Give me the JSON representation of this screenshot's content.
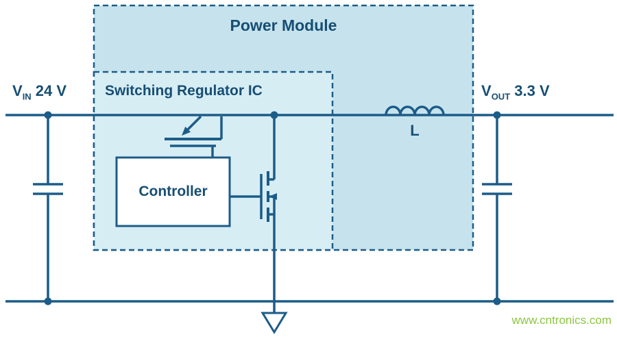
{
  "labels": {
    "power_module": "Power Module",
    "switching_regulator": "Switching Regulator IC",
    "controller": "Controller",
    "inductor": "L",
    "vin": {
      "symbol": "V",
      "subscript": "IN",
      "value": " 24 V"
    },
    "vout": {
      "symbol": "V",
      "subscript": "OUT",
      "value": " 3.3 V"
    },
    "watermark": "www.cntronics.com"
  },
  "colors": {
    "line": "#1c5c88",
    "text": "#174e73",
    "power_module_fill": "#c6e3ed",
    "regulator_fill": "#d7edf4",
    "controller_fill": "#ffffff",
    "watermark_green": "#8cc63e",
    "background": "#ffffff"
  }
}
